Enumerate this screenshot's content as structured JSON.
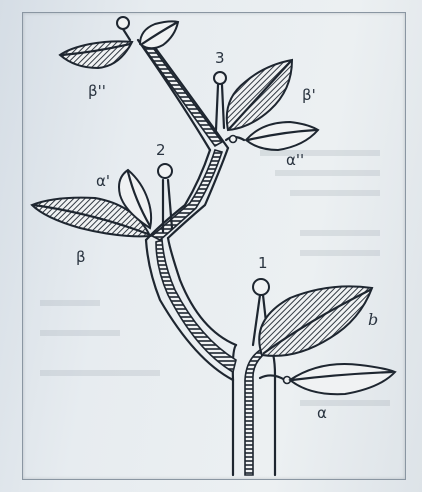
{
  "diagram": {
    "nodes": [
      {
        "id": "node-1",
        "label": "1"
      },
      {
        "id": "node-2",
        "label": "2"
      },
      {
        "id": "node-3",
        "label": "3"
      }
    ],
    "leaves": [
      {
        "id": "leaf-b",
        "label": "b",
        "shaded": true
      },
      {
        "id": "leaf-alpha",
        "label": "α",
        "shaded": false
      },
      {
        "id": "leaf-beta",
        "label": "β",
        "shaded": true
      },
      {
        "id": "leaf-alpha-prime",
        "label": "α'",
        "shaded": false
      },
      {
        "id": "leaf-beta-prime",
        "label": "β'",
        "shaded": true
      },
      {
        "id": "leaf-alpha-double-prime",
        "label": "α''",
        "shaded": false
      },
      {
        "id": "leaf-beta-double-prime",
        "label": "β''",
        "shaded": true
      }
    ],
    "colors": {
      "ink": "#1e2630",
      "paper": "#e8ecef"
    }
  }
}
